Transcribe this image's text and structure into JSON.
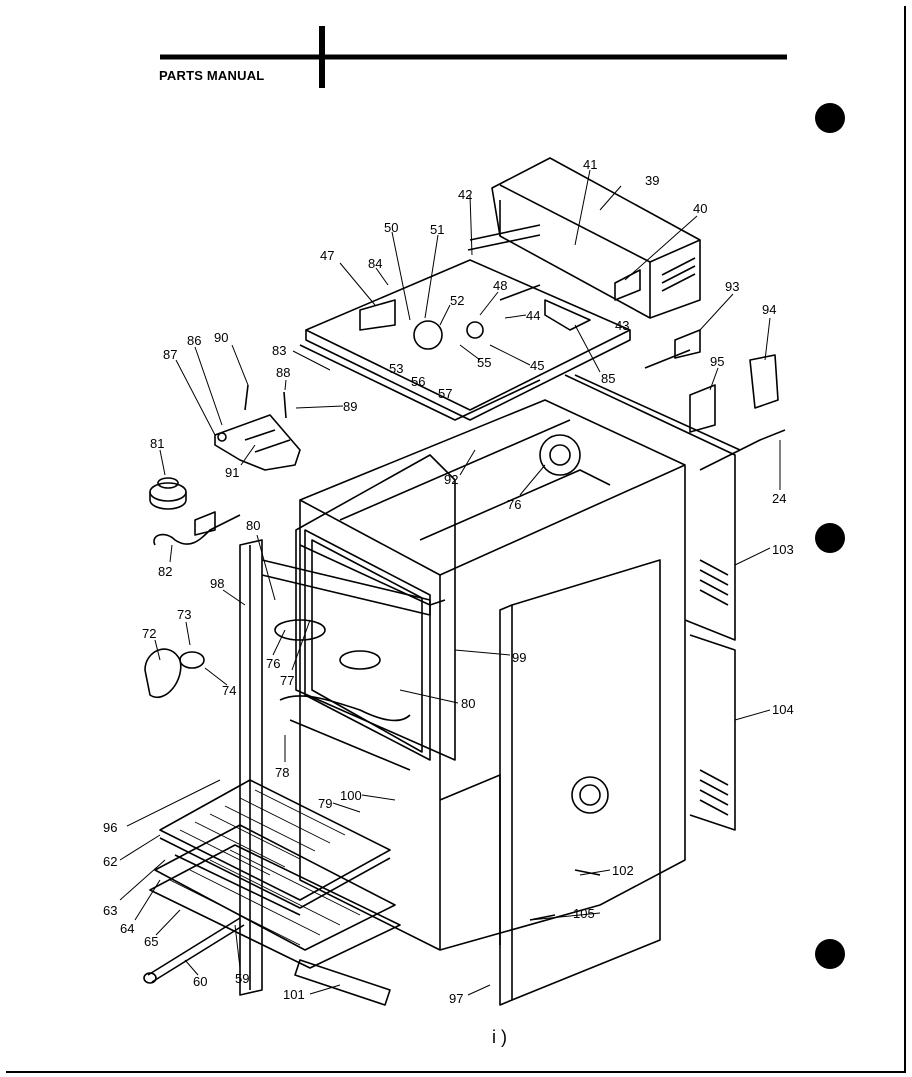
{
  "header": {
    "title": "PARTS MANUAL"
  },
  "footer": {
    "page_mark": "i )"
  },
  "callouts": [
    "39",
    "40",
    "41",
    "42",
    "43",
    "44",
    "45",
    "47",
    "48",
    "50",
    "51",
    "52",
    "53",
    "55",
    "56",
    "57",
    "84",
    "83",
    "85",
    "86",
    "87",
    "88",
    "89",
    "90",
    "91",
    "81",
    "82",
    "92",
    "93",
    "94",
    "95",
    "24",
    "76",
    "80",
    "98",
    "73",
    "72",
    "74",
    "77",
    "78",
    "99",
    "103",
    "104",
    "79",
    "100",
    "96",
    "62",
    "63",
    "64",
    "65",
    "59",
    "60",
    "101",
    "97",
    "102",
    "105"
  ],
  "diagram": {
    "subject": "exploded-view-wall-oven",
    "line_color": "#000000",
    "background": "#ffffff"
  }
}
